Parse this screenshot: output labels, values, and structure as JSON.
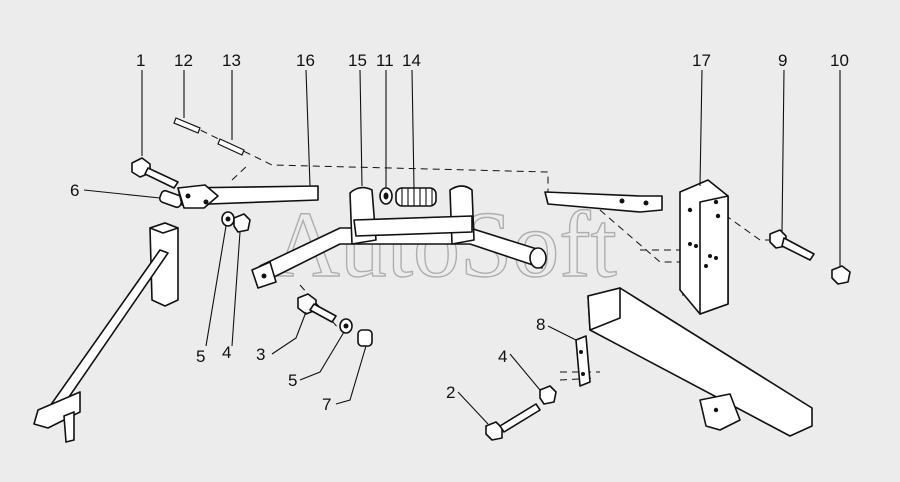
{
  "watermark": "AutoSoft",
  "callouts": {
    "c1": "1",
    "c12": "12",
    "c13": "13",
    "c16": "16",
    "c15": "15",
    "c11": "11",
    "c14": "14",
    "c17": "17",
    "c9": "9",
    "c10": "10",
    "c6": "6",
    "c5a": "5",
    "c4a": "4",
    "c3": "3",
    "c5b": "5",
    "c7": "7",
    "c8": "8",
    "c4b": "4",
    "c2": "2"
  },
  "colors": {
    "background": "#ececec",
    "line": "#111111",
    "watermark": "#9a9a9a"
  }
}
